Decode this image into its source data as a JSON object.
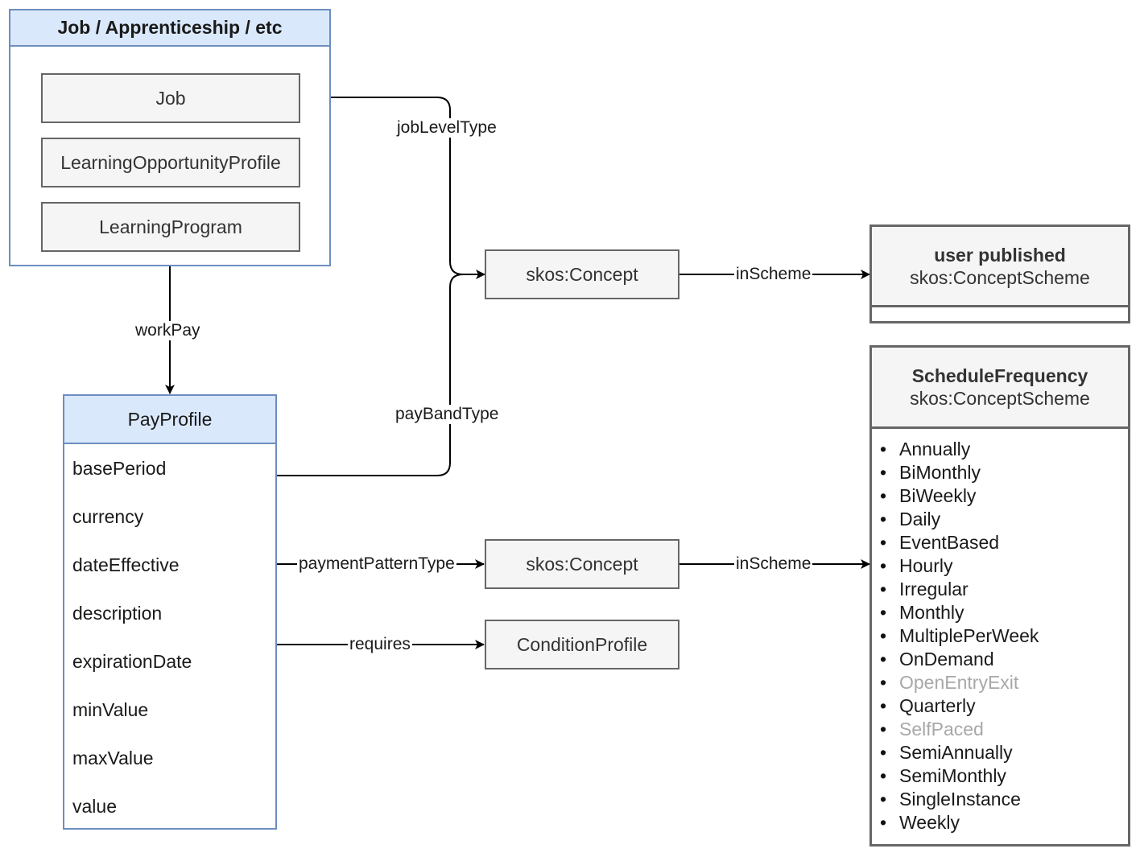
{
  "group": {
    "title": "Job / Apprenticeship / etc",
    "items": [
      "Job",
      "LearningOpportunityProfile",
      "LearningProgram"
    ]
  },
  "pay_profile": {
    "title": "PayProfile",
    "fields": [
      "basePeriod",
      "currency",
      "dateEffective",
      "description",
      "expirationDate",
      "minValue",
      "maxValue",
      "value"
    ]
  },
  "concepts": {
    "top": "skos:Concept",
    "middle": "skos:Concept",
    "condition": "ConditionProfile"
  },
  "schemes": {
    "user": {
      "title": "user published",
      "subtitle": "skos:ConceptScheme"
    },
    "schedule": {
      "title": "ScheduleFrequency",
      "subtitle": "skos:ConceptScheme",
      "items": [
        {
          "label": "Annually"
        },
        {
          "label": "BiMonthly"
        },
        {
          "label": "BiWeekly"
        },
        {
          "label": "Daily"
        },
        {
          "label": "EventBased"
        },
        {
          "label": "Hourly"
        },
        {
          "label": "Irregular"
        },
        {
          "label": "Monthly"
        },
        {
          "label": "MultiplePerWeek"
        },
        {
          "label": "OnDemand"
        },
        {
          "label": "OpenEntryExit",
          "muted": true
        },
        {
          "label": "Quarterly"
        },
        {
          "label": "SelfPaced",
          "muted": true
        },
        {
          "label": "SemiAnnually"
        },
        {
          "label": "SemiMonthly"
        },
        {
          "label": "SingleInstance"
        },
        {
          "label": "Weekly"
        }
      ]
    }
  },
  "edges": {
    "jobLevelType": "jobLevelType",
    "payBandType": "payBandType",
    "workPay": "workPay",
    "inScheme_top": "inScheme",
    "inScheme_middle": "inScheme",
    "paymentPatternType": "paymentPatternType",
    "requires": "requires"
  },
  "colors": {
    "header_fill": "#dae8fc",
    "header_stroke": "#6c8ebf",
    "box_fill": "#f5f5f5",
    "box_stroke": "#666666",
    "muted_text": "#a8a8a8"
  }
}
